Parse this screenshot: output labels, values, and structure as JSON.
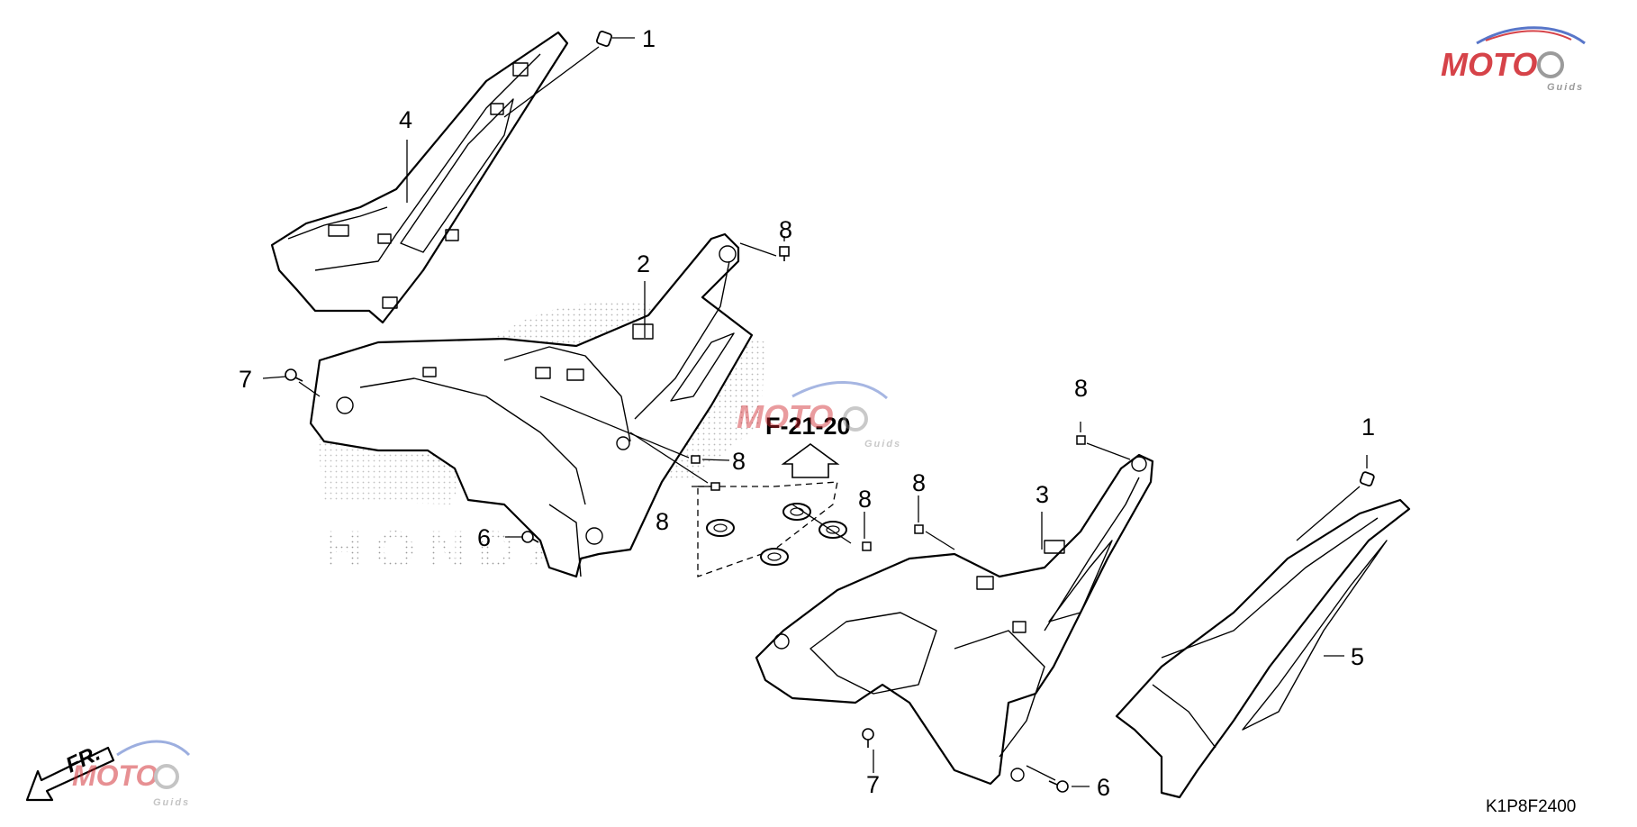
{
  "callouts": {
    "c1_top": "1",
    "c4": "4",
    "c8_top": "8",
    "c2": "2",
    "c7_left": "7",
    "c8_mid_a": "8",
    "c8_mid_b": "8",
    "c8_mid_c": "8",
    "c6_left": "6",
    "c8_right_top": "8",
    "c8_right_mid": "8",
    "c3": "3",
    "c1_right": "1",
    "c5": "5",
    "c7_bottom": "7",
    "c6_right": "6"
  },
  "reference": "F-21-20",
  "diagram_code": "K1P8F2400",
  "front_label": "FR.",
  "watermark": {
    "brand": "MOTO",
    "sub": "Guids",
    "colors": {
      "red": "#d0232a",
      "gray": "#8a8a8a",
      "blue": "#3b5fc0"
    }
  },
  "background_text": "HONDA"
}
